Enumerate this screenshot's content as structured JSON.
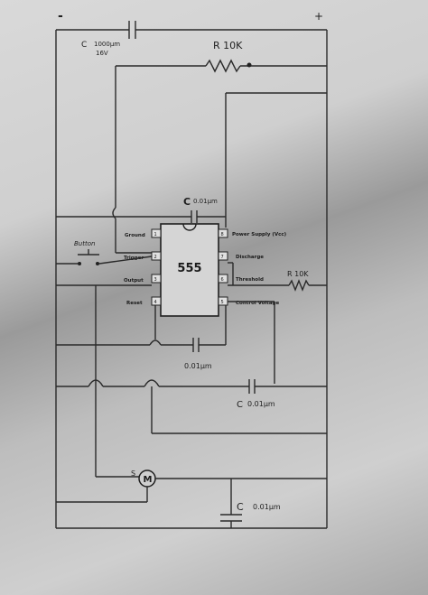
{
  "rails": {
    "negative": "-",
    "positive": "+"
  },
  "capacitor_main": {
    "name": "C",
    "value": "1000µm",
    "voltage": "16V"
  },
  "resistor_top": {
    "label": "R 10K"
  },
  "cap_top_chip": {
    "name": "C",
    "value": "0.01µm"
  },
  "chip": {
    "label": "555",
    "pins_left": [
      {
        "num": "1",
        "name": "Ground"
      },
      {
        "num": "2",
        "name": "Trigger"
      },
      {
        "num": "3",
        "name": "Output"
      },
      {
        "num": "4",
        "name": "Reset"
      }
    ],
    "pins_right": [
      {
        "num": "8",
        "name": "Power Supply (Vcc)"
      },
      {
        "num": "7",
        "name": "Discharge"
      },
      {
        "num": "6",
        "name": "Threshold"
      },
      {
        "num": "5",
        "name": "Control Voltage"
      }
    ]
  },
  "button": {
    "label": "Button"
  },
  "resistor_mid": {
    "label": "R 10K"
  },
  "cap_below_chip": {
    "value": "0.01µm"
  },
  "cap_mid": {
    "name": "C",
    "value": "0.01µm"
  },
  "motor": {
    "label": "M",
    "side_label": "S"
  },
  "cap_bottom": {
    "name": "C",
    "value": "0.01µm"
  }
}
